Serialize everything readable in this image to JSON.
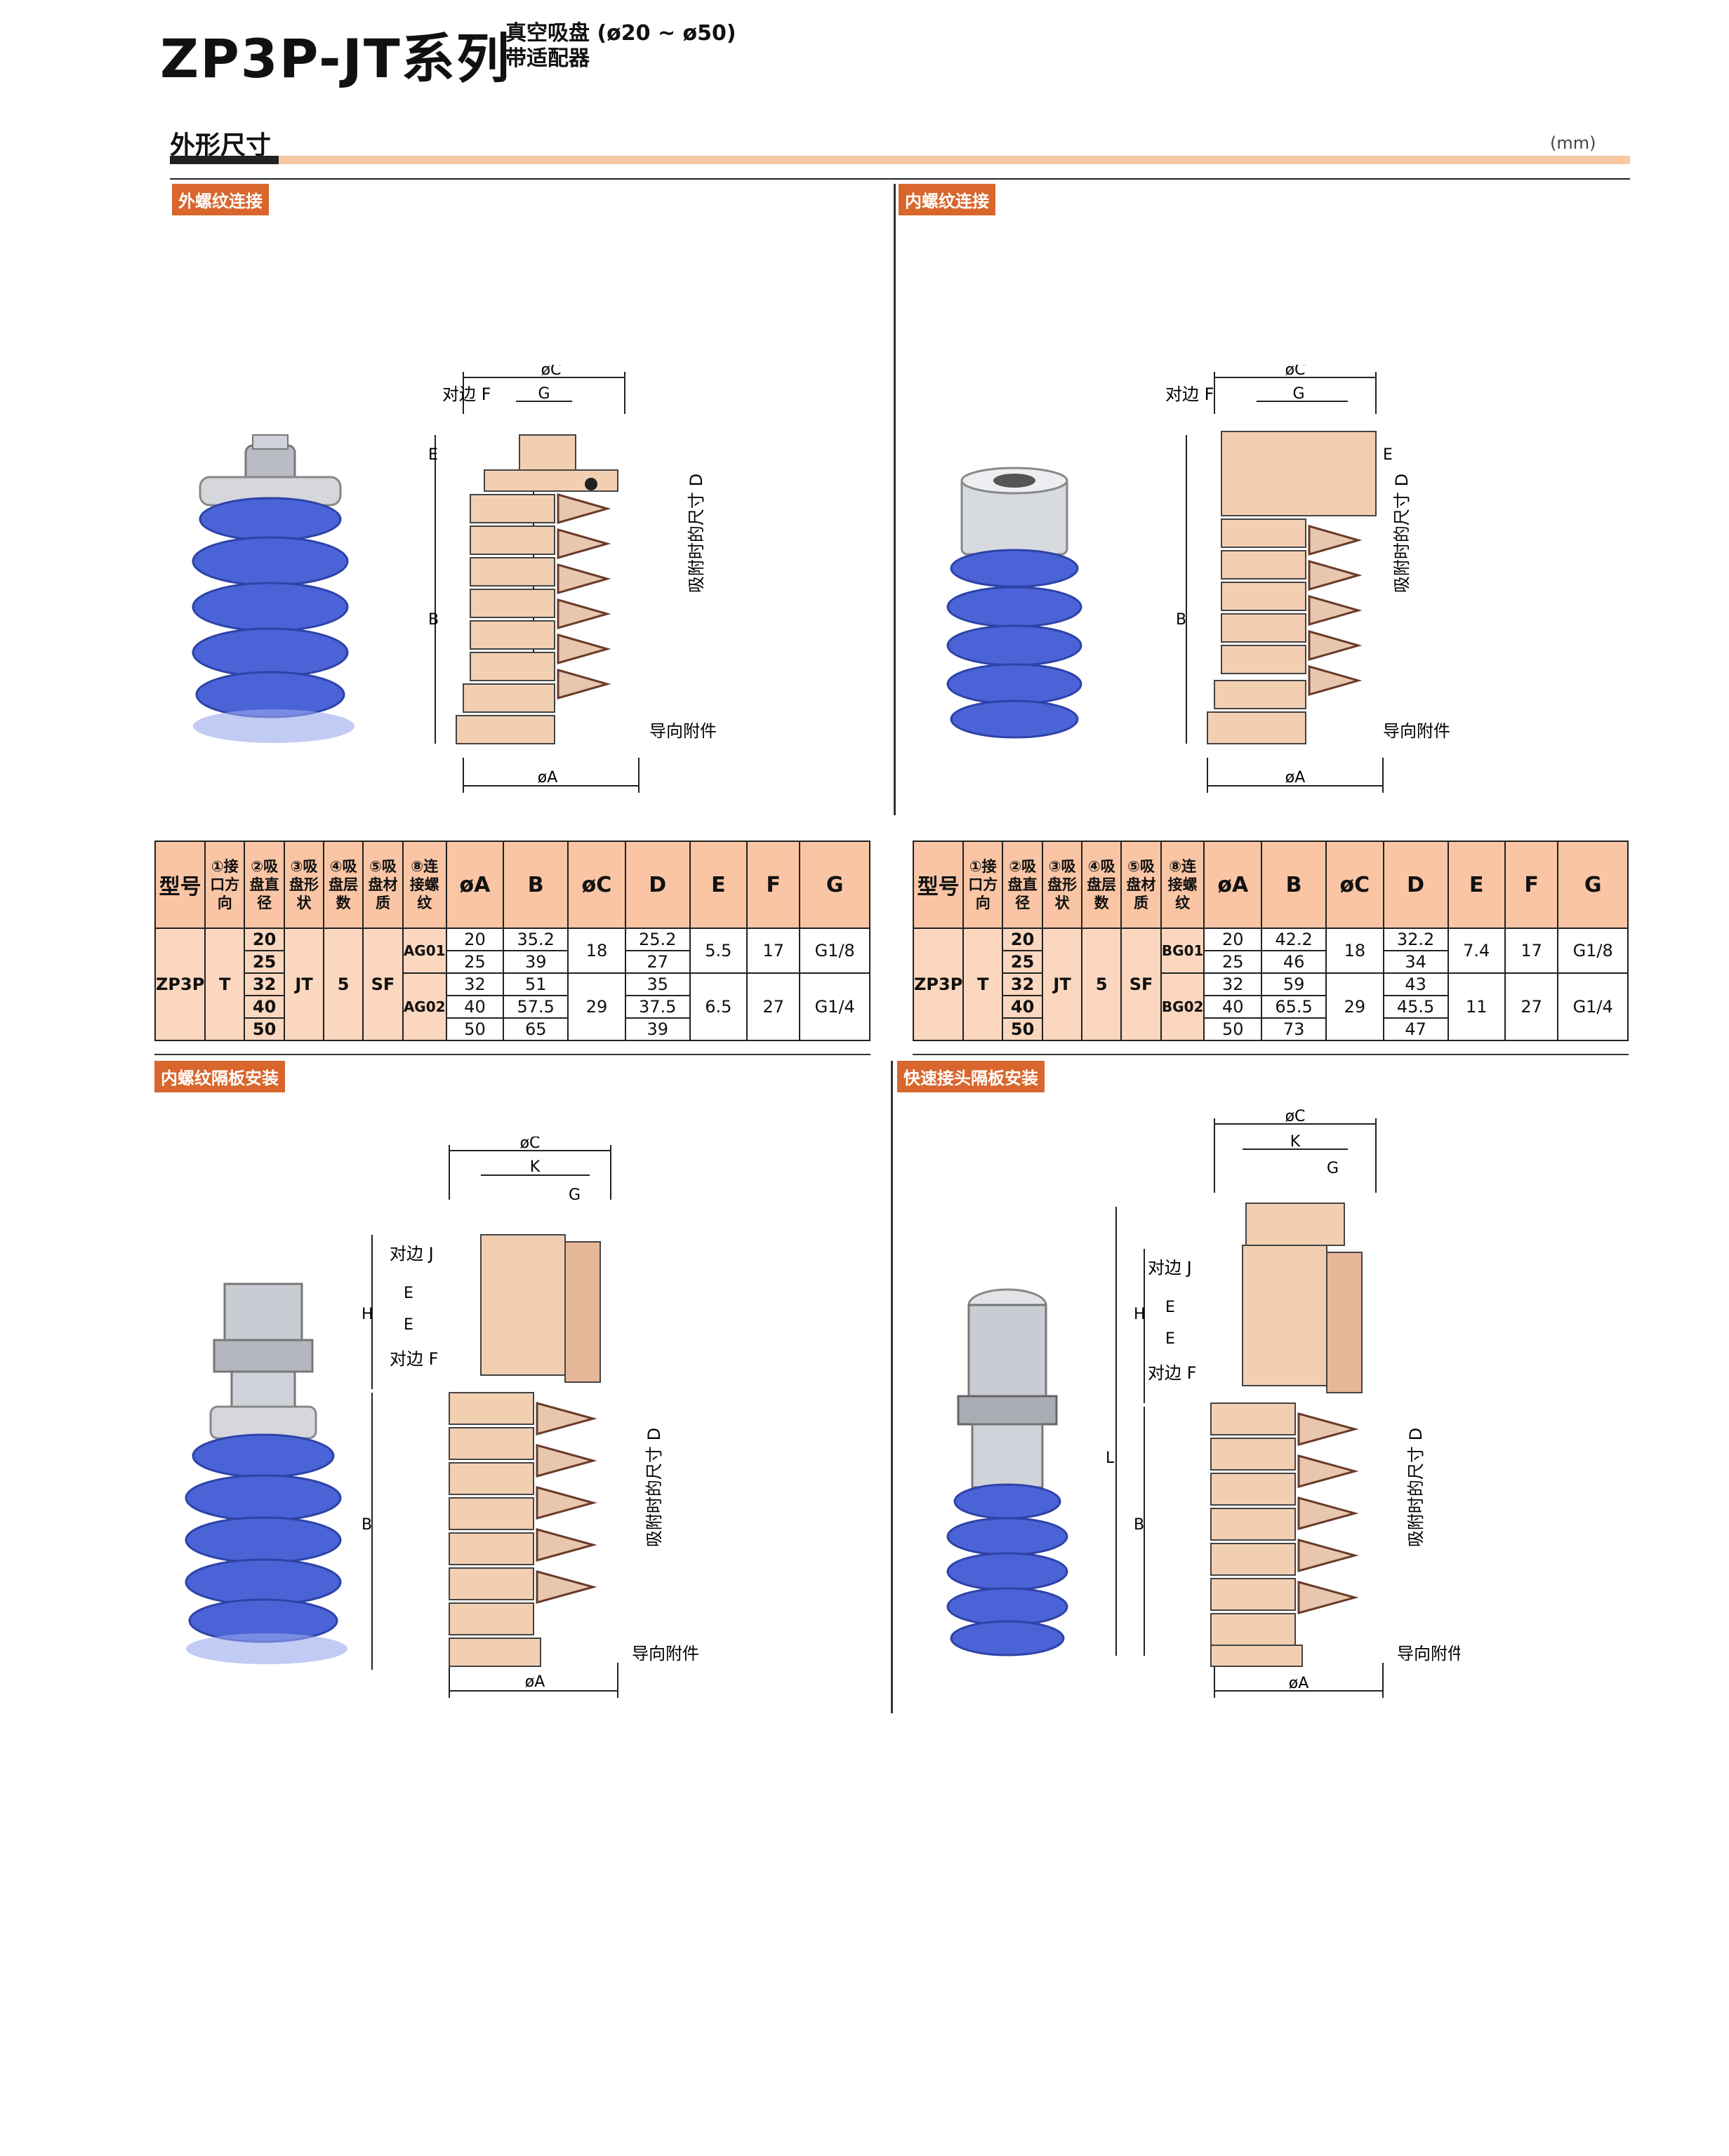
{
  "header": {
    "series": "ZP3P-JT系列",
    "sub1": "真空吸盘 (ø20 ~ ø50)",
    "sub2": "带适配器"
  },
  "section": {
    "title": "外形尺寸",
    "unit": "(mm)"
  },
  "panels": {
    "p1": "外螺纹连接",
    "p2": "内螺纹连接",
    "p3": "内螺纹隔板安装",
    "p4": "快速接头隔板安装"
  },
  "dims": {
    "oC": "øC",
    "oA": "øA",
    "G": "G",
    "K": "K",
    "E": "E",
    "B": "B",
    "H": "H",
    "L": "L",
    "F": "对边 F",
    "J": "对边 J",
    "D": "吸附时的尺寸 D",
    "guide": "导向附件"
  },
  "table_left": {
    "head": {
      "model": "型号",
      "c1": "①接口方向",
      "c2": "②吸盘直径",
      "c3": "③吸盘形状",
      "c4": "④吸盘层数",
      "c5": "⑤吸盘材质",
      "c8": "⑧连接螺纹",
      "A": "øA",
      "B": "B",
      "C": "øC",
      "D": "D",
      "E": "E",
      "F": "F",
      "G": "G"
    },
    "model": "ZP3P",
    "dir": "T",
    "shape": "JT",
    "layers": "5",
    "mat": "SF",
    "threads": [
      "AG01",
      "AG02"
    ],
    "rows": [
      {
        "dia": "20",
        "A": "20",
        "B": "35.2",
        "D": "25.2"
      },
      {
        "dia": "25",
        "A": "25",
        "B": "39",
        "D": "27"
      },
      {
        "dia": "32",
        "A": "32",
        "B": "51",
        "D": "35"
      },
      {
        "dia": "40",
        "A": "40",
        "B": "57.5",
        "D": "37.5"
      },
      {
        "dia": "50",
        "A": "50",
        "B": "65",
        "D": "39"
      }
    ],
    "groups": [
      {
        "C": "18",
        "E": "5.5",
        "F": "17",
        "G": "G1/8"
      },
      {
        "C": "29",
        "E": "6.5",
        "F": "27",
        "G": "G1/4"
      }
    ]
  },
  "table_right": {
    "head": {
      "model": "型号",
      "c1": "①接口方向",
      "c2": "②吸盘直径",
      "c3": "③吸盘形状",
      "c4": "④吸盘层数",
      "c5": "⑤吸盘材质",
      "c8": "⑧连接螺纹",
      "A": "øA",
      "B": "B",
      "C": "øC",
      "D": "D",
      "E": "E",
      "F": "F",
      "G": "G"
    },
    "model": "ZP3P",
    "dir": "T",
    "shape": "JT",
    "layers": "5",
    "mat": "SF",
    "threads": [
      "BG01",
      "BG02"
    ],
    "rows": [
      {
        "dia": "20",
        "A": "20",
        "B": "42.2",
        "D": "32.2"
      },
      {
        "dia": "25",
        "A": "25",
        "B": "46",
        "D": "34"
      },
      {
        "dia": "32",
        "A": "32",
        "B": "59",
        "D": "43"
      },
      {
        "dia": "40",
        "A": "40",
        "B": "65.5",
        "D": "45.5"
      },
      {
        "dia": "50",
        "A": "50",
        "B": "73",
        "D": "47"
      }
    ],
    "groups": [
      {
        "C": "18",
        "E": "7.4",
        "F": "17",
        "G": "G1/8"
      },
      {
        "C": "29",
        "E": "11",
        "F": "27",
        "G": "G1/4"
      }
    ]
  },
  "colors": {
    "accent": "#d9662c",
    "header_fill": "#f9c5a4",
    "bar": "#f6c9a3",
    "cup": "#4a63d6",
    "body": "#f3cfb2"
  }
}
